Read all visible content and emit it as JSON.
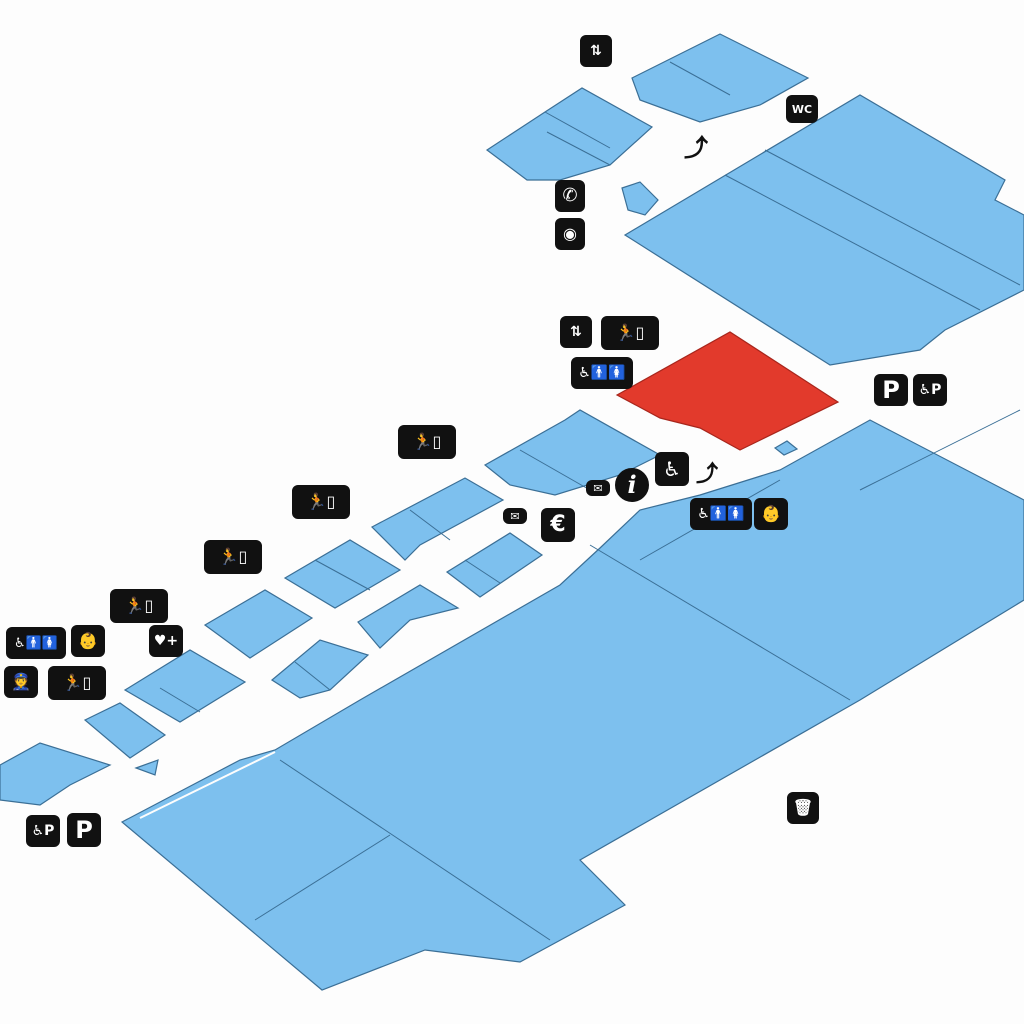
{
  "map": {
    "highlight_color": "#e23a2c",
    "shop_color": "#7dc0ee",
    "outline_color": "#3b6f96"
  },
  "icons": [
    {
      "name": "elevator-icon",
      "glyph": "⇅"
    },
    {
      "name": "toilets-icon",
      "glyph": "WC"
    },
    {
      "name": "escalator-icon",
      "glyph": "⤴"
    },
    {
      "name": "phone-icon",
      "glyph": "✆"
    },
    {
      "name": "atm-icon",
      "glyph": "◉"
    },
    {
      "name": "elevator-icon",
      "glyph": "⇅"
    },
    {
      "name": "emergency-exit-icon",
      "glyph": "🏃▯"
    },
    {
      "name": "accessible-toilets-icon",
      "glyph": "♿🚹🚺"
    },
    {
      "name": "parking-icon",
      "glyph": "P"
    },
    {
      "name": "accessible-parking-icon",
      "glyph": "♿P"
    },
    {
      "name": "emergency-exit-icon",
      "glyph": "🏃▯"
    },
    {
      "name": "accessible-icon",
      "glyph": "♿"
    },
    {
      "name": "escalator-icon",
      "glyph": "⤴"
    },
    {
      "name": "information-icon",
      "glyph": "i"
    },
    {
      "name": "mail-icon",
      "glyph": "✉"
    },
    {
      "name": "accessible-toilets-icon",
      "glyph": "♿🚹🚺"
    },
    {
      "name": "baby-care-icon",
      "glyph": "👶"
    },
    {
      "name": "emergency-exit-icon",
      "glyph": "🏃▯"
    },
    {
      "name": "mail-icon",
      "glyph": "✉"
    },
    {
      "name": "currency-exchange-icon",
      "glyph": "€"
    },
    {
      "name": "emergency-exit-icon",
      "glyph": "🏃▯"
    },
    {
      "name": "emergency-exit-icon",
      "glyph": "🏃▯"
    },
    {
      "name": "defibrillator-icon",
      "glyph": "♥+"
    },
    {
      "name": "accessible-toilets-icon",
      "glyph": "♿🚹🚺"
    },
    {
      "name": "baby-care-icon",
      "glyph": "👶"
    },
    {
      "name": "security-icon",
      "glyph": "👮"
    },
    {
      "name": "emergency-exit-icon",
      "glyph": "🏃▯"
    },
    {
      "name": "accessible-parking-icon",
      "glyph": "♿P"
    },
    {
      "name": "parking-icon",
      "glyph": "P"
    },
    {
      "name": "trash-bin-icon",
      "glyph": "🗑"
    }
  ]
}
